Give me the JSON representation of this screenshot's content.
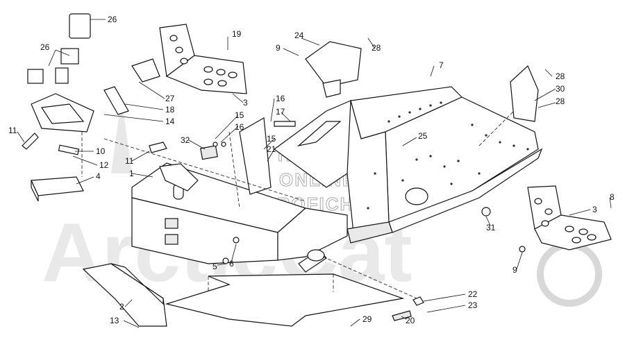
{
  "watermark": {
    "line1": "HILSM'S",
    "line2": "ONLINE",
    "line3": "MICROFICHE",
    "background_text": "ArcticCat"
  },
  "callouts": [
    "26",
    "26",
    "19",
    "24",
    "9",
    "28",
    "7",
    "28",
    "30",
    "28",
    "27",
    "3",
    "18",
    "14",
    "16",
    "17",
    "15",
    "16",
    "15",
    "21",
    "32",
    "11",
    "10",
    "12",
    "11",
    "4",
    "1",
    "25",
    "8",
    "3",
    "31",
    "6",
    "5",
    "9",
    "2",
    "13",
    "22",
    "23",
    "20",
    "29"
  ]
}
